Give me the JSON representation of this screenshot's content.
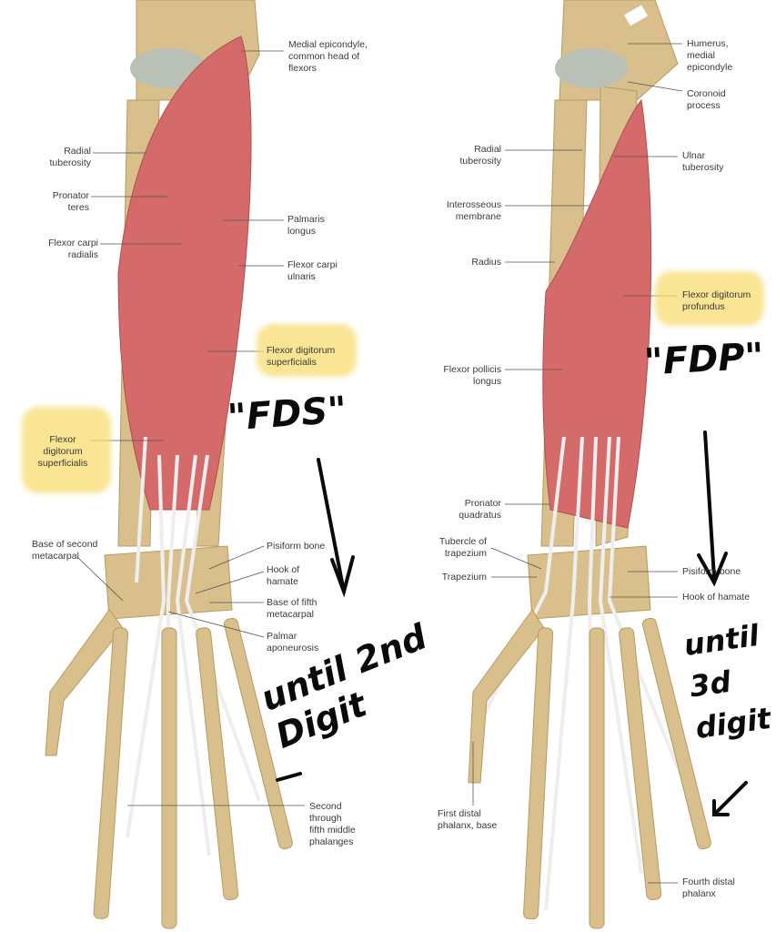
{
  "left_panel": {
    "labels": {
      "medial_epicondyle": "Medial epicondyle,\ncommon head of\nflexors",
      "radial_tuberosity": "Radial\ntuberosity",
      "pronator_teres": "Pronator\nteres",
      "flexor_carpi_radialis": "Flexor carpi\nradialis",
      "palmaris_longus": "Palmaris\nlongus",
      "flexor_carpi_ulnaris": "Flexor carpi\nulnaris",
      "fds_right": "Flexor digitorum\nsuperficialis",
      "fds_left": "Flexor\ndigitorum\nsuperficialis",
      "base_second_metacarpal": "Base of second\nmetacarpal",
      "pisiform_bone": "Pisiform bone",
      "hook_of_hamate": "Hook of\nhamate",
      "base_fifth_metacarpal": "Base of fifth\nmetacarpal",
      "palmar_aponeurosis": "Palmar\naponeurosis",
      "middle_phalanges": "Second\nthrough\nfifth middle\nphalanges"
    },
    "handwriting": {
      "abbrev": "\"FDS\"",
      "note": "until 2nd\nDigit"
    }
  },
  "right_panel": {
    "labels": {
      "humerus_medial_epicondyle": "Humerus,\nmedial\nepicondyle",
      "coronoid_process": "Coronoid\nprocess",
      "radial_tuberosity": "Radial\ntuberosity",
      "ulnar_tuberosity": "Ulnar\ntuberosity",
      "interosseous_membrane": "Interosseous\nmembrane",
      "radius": "Radius",
      "fdp": "Flexor digitorum\nprofundus",
      "flexor_pollicis_longus": "Flexor pollicis\nlongus",
      "pronator_quadratus": "Pronator\nquadratus",
      "tubercle_of_trapezium": "Tubercle of\ntrapezium",
      "trapezium": "Trapezium",
      "pisiform_bone": "Pisiform bone",
      "hook_of_hamate": "Hook of hamate",
      "first_distal_phalanx": "First distal\nphalanx, base",
      "fourth_distal_phalanx": "Fourth distal\nphalanx"
    },
    "handwriting": {
      "abbrev": "\"FDP\"",
      "note": "until\n3d\ndigit"
    }
  },
  "colors": {
    "bone": "#d9bf8c",
    "cartilage": "#b9c0b6",
    "muscle": "#d46a6a",
    "tendon": "#eeeeee",
    "highlight": "#f7dd70",
    "ink": "#0a0a0a"
  }
}
